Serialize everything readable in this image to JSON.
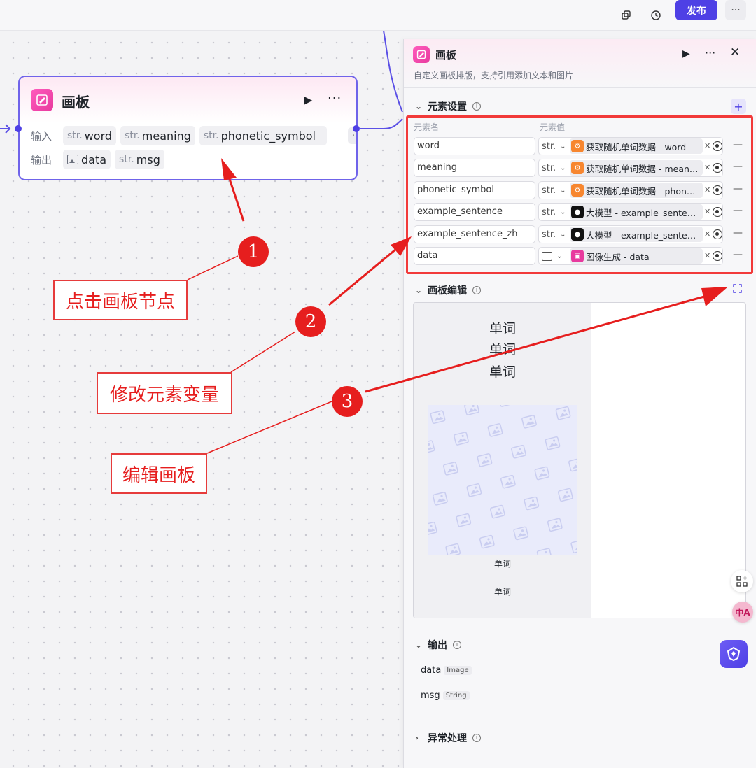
{
  "topbar": {
    "publish_label": "发布",
    "more_label": "···"
  },
  "node": {
    "title": "画板",
    "input_label": "输入",
    "output_label": "输出",
    "inputs": [
      {
        "prefix": "str.",
        "name": "word"
      },
      {
        "prefix": "str.",
        "name": "meaning"
      },
      {
        "prefix": "str.",
        "name": "phonetic_symbol"
      }
    ],
    "outputs": [
      {
        "prefix": "",
        "name": "data"
      },
      {
        "prefix": "str.",
        "name": "msg"
      }
    ]
  },
  "panel": {
    "title": "画板",
    "description": "自定义画板排版，支持引用添加文本和图片",
    "elements_section": "元素设置",
    "col_name": "元素名",
    "col_value": "元素值",
    "elements": [
      {
        "name": "word",
        "type": "str.",
        "source": "获取随机单词数据 - word",
        "icon": "workflow-icon"
      },
      {
        "name": "meaning",
        "type": "str.",
        "source": "获取随机单词数据 - meaning",
        "icon": "workflow-icon"
      },
      {
        "name": "phonetic_symbol",
        "type": "str.",
        "source": "获取随机单词数据 - phoneti···",
        "icon": "workflow-icon"
      },
      {
        "name": "example_sentence",
        "type": "str.",
        "source": "大模型 - example_sentence",
        "icon": "llm-icon"
      },
      {
        "name": "example_sentence_zh",
        "type": "str.",
        "source": "大模型 - example_sentence···",
        "icon": "llm-icon"
      },
      {
        "name": "data",
        "type": "",
        "source": "图像生成 - data",
        "icon": "image-gen-icon"
      }
    ],
    "canvas_section": "画板编辑",
    "canvas": {
      "words": [
        "单词",
        "单词",
        "单词"
      ],
      "caption_1": "单词",
      "caption_2": "单词"
    },
    "output_section": "输出",
    "outputs": [
      {
        "name": "data",
        "type": "Image"
      },
      {
        "name": "msg",
        "type": "String"
      }
    ],
    "error_section": "异常处理"
  },
  "annotations": [
    {
      "number": "1",
      "text": "点击画板节点"
    },
    {
      "number": "2",
      "text": "修改元素变量"
    },
    {
      "number": "3",
      "text": "编辑画板"
    }
  ],
  "colors": {
    "accent": "#4e40e5",
    "node_border": "#6f63ea",
    "annotation_red": "#e61e1e",
    "node_icon_pink": "#e83a9e",
    "workflow_orange": "#f7862f"
  }
}
